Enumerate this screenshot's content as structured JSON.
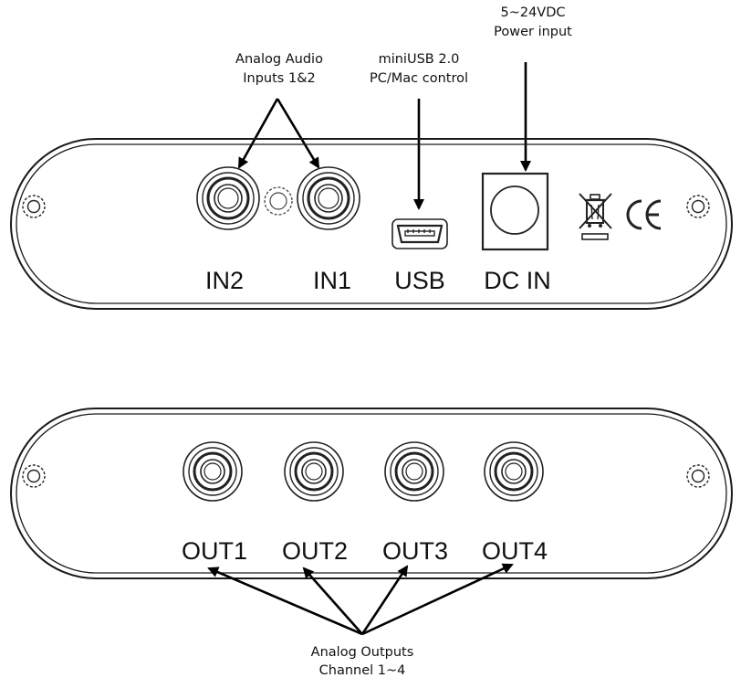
{
  "callouts": {
    "analog_inputs": [
      "Analog Audio",
      "Inputs 1&2"
    ],
    "usb": [
      "miniUSB 2.0",
      "PC/Mac control"
    ],
    "power": [
      "5~24VDC",
      "Power input"
    ],
    "analog_outputs": [
      "Analog Outputs",
      "Channel 1~4"
    ]
  },
  "top_panel": {
    "ports": [
      "IN2",
      "IN1",
      "USB",
      "DC IN"
    ],
    "marks": [
      "weee-icon",
      "ce-mark-icon"
    ]
  },
  "bottom_panel": {
    "ports": [
      "OUT1",
      "OUT2",
      "OUT3",
      "OUT4"
    ]
  }
}
